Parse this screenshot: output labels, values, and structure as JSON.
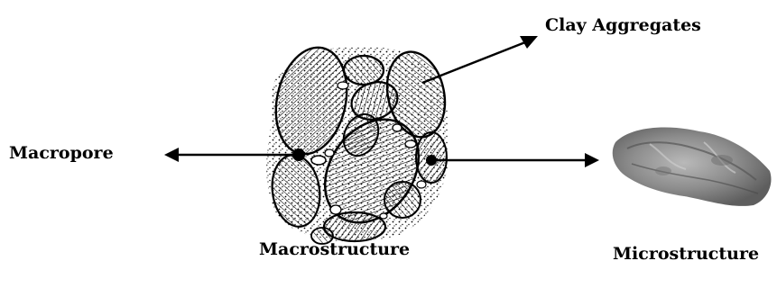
{
  "labels": {
    "clay_aggregates": "Clay Aggregates",
    "macropore": "Macropore",
    "macrostructure": "Macrostructure",
    "microstructure": "Microstructure"
  },
  "colors": {
    "ink": "#000000",
    "aggregate_fill": "#f3f3f3",
    "micro_tissue": "#8a8a8a"
  }
}
